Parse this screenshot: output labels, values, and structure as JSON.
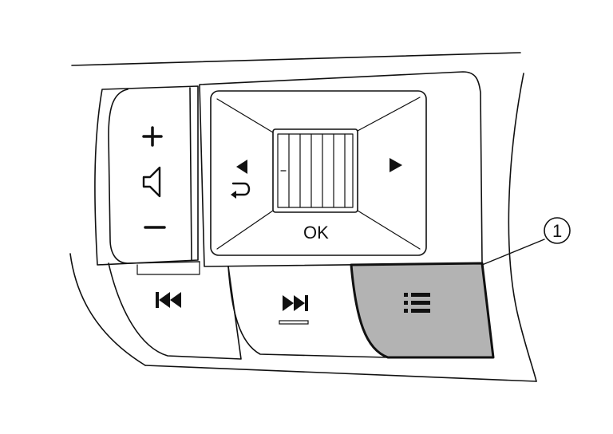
{
  "diagram": {
    "ok_label": "OK",
    "callout_number": "1",
    "colors": {
      "highlight_fill": "#b3b3b3",
      "line": "#111111",
      "background": "#ffffff"
    },
    "buttons": [
      {
        "id": "volume-up",
        "icon": "plus-icon"
      },
      {
        "id": "volume",
        "icon": "speaker-icon"
      },
      {
        "id": "volume-down",
        "icon": "minus-icon"
      },
      {
        "id": "back",
        "icon": "back-arrow-icon"
      },
      {
        "id": "left",
        "icon": "left-triangle-icon"
      },
      {
        "id": "right",
        "icon": "right-triangle-icon"
      },
      {
        "id": "scroll-wheel",
        "icon": "scroll-wheel-icon"
      },
      {
        "id": "previous-track",
        "icon": "previous-track-icon"
      },
      {
        "id": "next-track",
        "icon": "next-track-icon"
      },
      {
        "id": "menu",
        "icon": "menu-list-icon"
      }
    ]
  }
}
